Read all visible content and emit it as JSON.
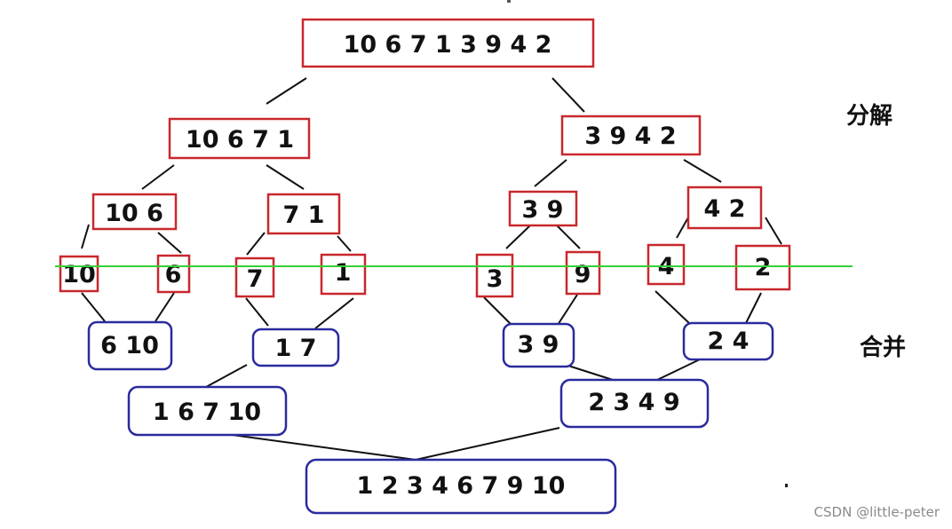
{
  "labels": {
    "split": "分解",
    "merge": "合并"
  },
  "watermark": "CSDN @little-peter",
  "colors": {
    "split_border": "#c8282d",
    "merge_border": "#2a2a9e",
    "divider_line": "#35d035",
    "edge": "#111111"
  },
  "split_nodes": {
    "root": "10 6 7 1 3 9 4 2",
    "left_half": "10 6 7 1",
    "right_half": "3 9 4 2",
    "pair_10_6": "10 6",
    "pair_7_1": "7 1",
    "pair_3_9": "3 9",
    "pair_4_2": "4 2",
    "leaf_10": "10",
    "leaf_6": "6",
    "leaf_7": "7",
    "leaf_1": "1",
    "leaf_3": "3",
    "leaf_9": "9",
    "leaf_4": "4",
    "leaf_2": "2"
  },
  "merge_nodes": {
    "pair_6_10": "6 10",
    "pair_1_7": "1 7",
    "pair_3_9": "3 9",
    "pair_2_4": "2 4",
    "half_1_6_7_10": "1 6 7 10",
    "half_2_3_4_9": "2 3 4 9",
    "final": "1 2 3 4 6 7 9 10"
  }
}
